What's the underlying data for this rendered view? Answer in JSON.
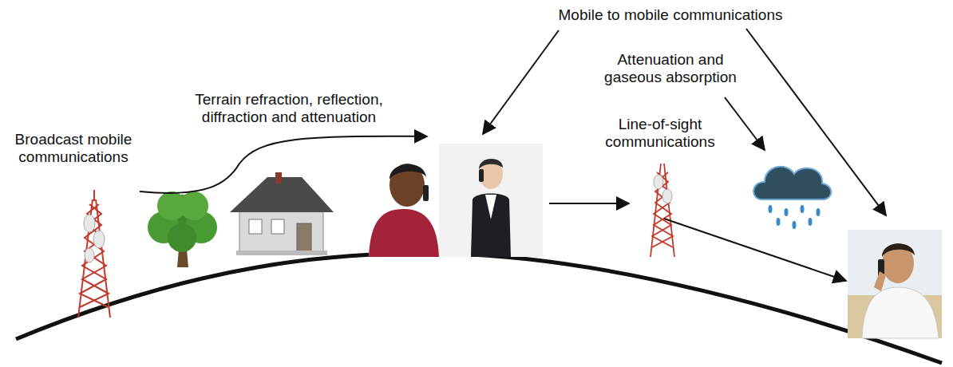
{
  "diagram": {
    "labels": [
      "Mobile to mobile communications",
      "Attenuation and gaseous absorption",
      "Terrain refraction, reflection, diffraction and attenuation",
      "Broadcast mobile communications",
      "Line-of-sight communications"
    ]
  }
}
